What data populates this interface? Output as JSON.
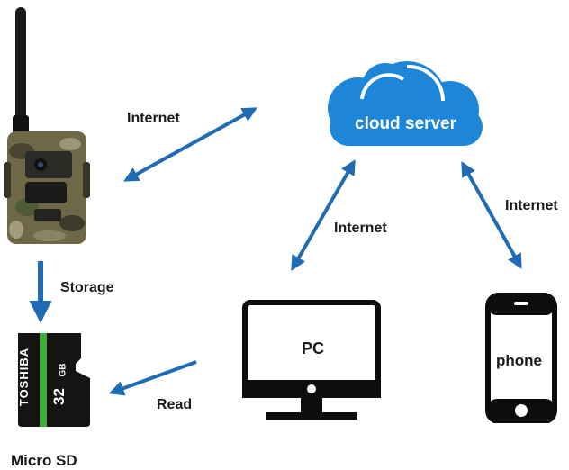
{
  "diagram": {
    "nodes": {
      "cloud": {
        "label": "cloud server",
        "icon": "cloud-icon"
      },
      "camera": {
        "icon": "trail-camera-icon"
      },
      "pc": {
        "label": "PC",
        "icon": "monitor-icon"
      },
      "phone": {
        "label": "phone",
        "icon": "smartphone-icon"
      },
      "microsd": {
        "label": "Micro SD",
        "icon": "microsd-card-icon",
        "card_brand": "TOSHIBA",
        "card_capacity": "32",
        "card_unit": "GB"
      }
    },
    "edges": [
      {
        "from": "camera",
        "to": "cloud",
        "label": "Internet",
        "direction": "both"
      },
      {
        "from": "pc",
        "to": "cloud",
        "label": "Internet",
        "direction": "both"
      },
      {
        "from": "phone",
        "to": "cloud",
        "label": "Internet",
        "direction": "both"
      },
      {
        "from": "camera",
        "to": "microsd",
        "label": "Storage",
        "direction": "forward"
      },
      {
        "from": "pc",
        "to": "microsd",
        "label": "Read",
        "direction": "forward"
      }
    ],
    "colors": {
      "arrow": "#1f6cb4",
      "cloud": "#1e86d8",
      "device_outline": "#0d0d0d",
      "sd_body": "#141414",
      "sd_stripe": "#3fae3c",
      "camo_base": "#6f6848"
    }
  }
}
